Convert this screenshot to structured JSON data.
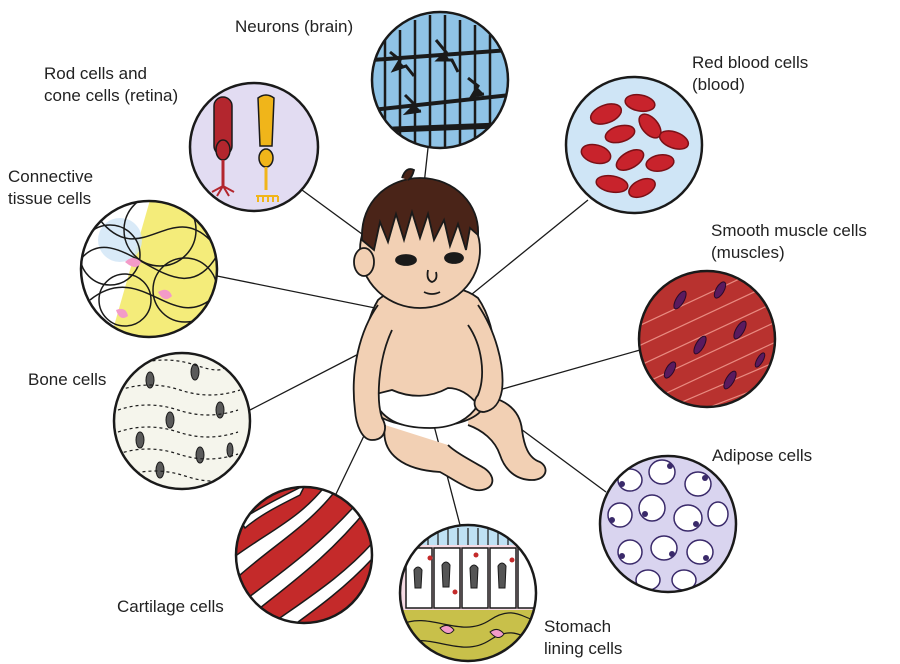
{
  "labels": {
    "neurons": "Neurons (brain)",
    "rod_line1": "Rod cells and",
    "rod_line2": "cone cells (retina)",
    "rbc_line1": "Red blood cells",
    "rbc_line2": "(blood)",
    "conn_line1": "Connective",
    "conn_line2": "tissue cells",
    "smooth_line1": "Smooth muscle cells",
    "smooth_line2": "(muscles)",
    "bone": "Bone cells",
    "adipose": "Adipose cells",
    "cartilage": "Cartilage cells",
    "stomach_line1": "Stomach",
    "stomach_line2": "lining cells"
  },
  "colors": {
    "outline": "#1a1a1a",
    "skin": "#f2d0b4",
    "hair": "#4a2418",
    "diaper": "#ffffff",
    "neurons_bg": "#8fc3e6",
    "rbc": "#c8232c",
    "smooth_muscle": "#b8322f",
    "cartilage": "#c42a2a",
    "adipose": "#d9d4ef",
    "connective": "#f4ec7a",
    "rod": "#b3262e",
    "cone": "#f0b51a"
  },
  "icons": [
    "neuron-cell-icon",
    "rod-cell-icon",
    "cone-cell-icon",
    "red-blood-cell-icon",
    "connective-tissue-icon",
    "smooth-muscle-icon",
    "bone-cell-icon",
    "adipose-cell-icon",
    "cartilage-cell-icon",
    "stomach-lining-icon",
    "baby-illustration"
  ]
}
